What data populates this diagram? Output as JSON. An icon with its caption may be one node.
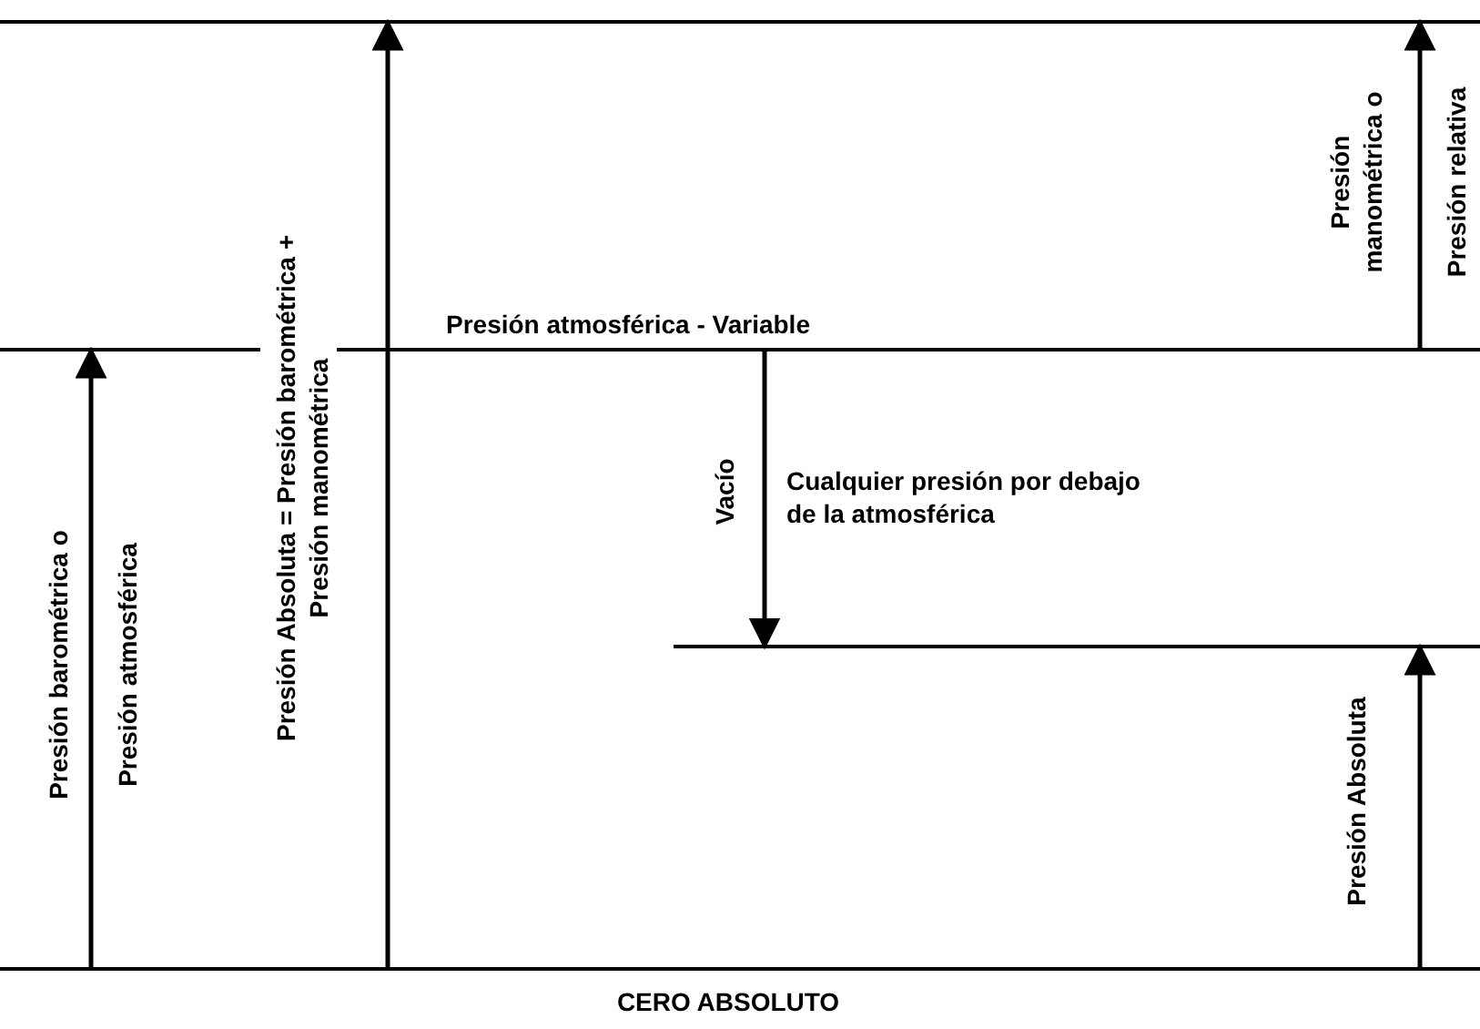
{
  "diagram": {
    "labels": [
      "Presión atmosférica - Variable",
      "Presión manométrica o",
      "Presión relativa",
      "Presión barométrica o",
      "Presión atmosférica",
      "Presión Absoluta = Presión barométrica + Presión manométrica",
      "Vacío",
      "Cualquier presión por debajo de la atmosférica",
      "Presión Absoluta",
      "CERO ABSOLUTO"
    ]
  }
}
